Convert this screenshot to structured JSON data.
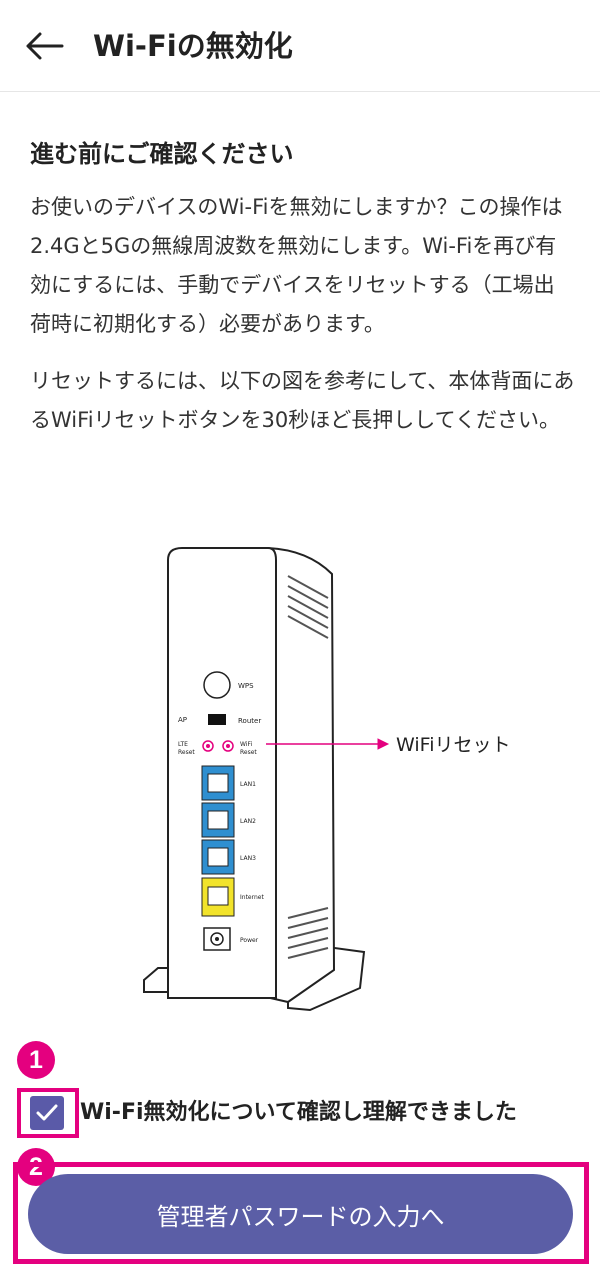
{
  "header": {
    "title": "Wi-Fiの無効化"
  },
  "content": {
    "heading": "進む前にご確認ください",
    "paragraph1": "お使いのデバイスのWi-Fiを無効にしますか？この操作は2.4Gと5Gの無線周波数を無効にします。Wi-Fiを再び有効にするには、手動でデバイスをリセットする（工場出荷時に初期化する）必要があります。",
    "paragraph2": "リセットするには、以下の図を参考にして、本体背面にあるWiFiリセットボタンを30秒ほど長押ししてください。"
  },
  "diagram": {
    "callout_label": "WiFiリセット",
    "labels": {
      "wps": "WPS",
      "ap": "AP",
      "router": "Router",
      "lte_reset_1": "LTE",
      "lte_reset_2": "Reset",
      "wifi_reset_1": "WiFi",
      "wifi_reset_2": "Reset",
      "lan1": "LAN1",
      "lan2": "LAN2",
      "lan3": "LAN3",
      "internet": "Internet",
      "power": "Power"
    }
  },
  "annotations": {
    "step1": "1",
    "step2": "2",
    "accent_color": "#e4007f"
  },
  "confirm": {
    "checked": true,
    "label": "Wi-Fi無効化について確認し理解できました"
  },
  "action": {
    "button_label": "管理者パスワードの入力へ",
    "color": "#5b5ea6"
  }
}
